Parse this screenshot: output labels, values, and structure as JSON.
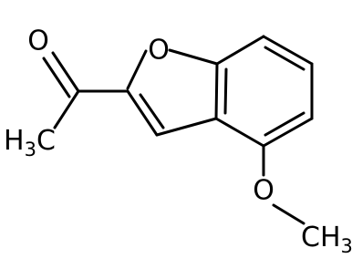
{
  "molecule": {
    "atoms": {
      "ring_oxygen": "O",
      "carbonyl_oxygen": "O",
      "methoxy_oxygen": "O",
      "acetyl_methyl": {
        "main": "H",
        "sub": "3",
        "tail": "C"
      },
      "methoxy_methyl": {
        "main": "CH",
        "sub": "3"
      }
    }
  }
}
